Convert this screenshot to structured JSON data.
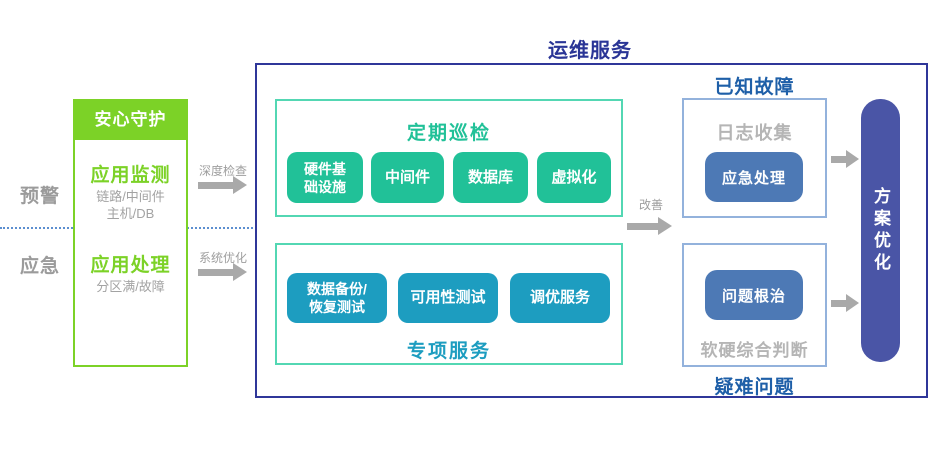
{
  "side_labels": {
    "warning": "预警",
    "emergency": "应急"
  },
  "left_panel": {
    "header": "安心守护",
    "monitor": {
      "title": "应用监测",
      "subtitle": "链路/中间件\n主机/DB"
    },
    "process": {
      "title": "应用处理",
      "subtitle": "分区满/故障"
    }
  },
  "arrows": {
    "deep_check": "深度检查",
    "system_optimize": "系统优化",
    "improve": "改善"
  },
  "main_box": {
    "title": "运维服务",
    "periodic_inspection": {
      "title": "定期巡检",
      "items": [
        "硬件基\n础设施",
        "中间件",
        "数据库",
        "虚拟化"
      ]
    },
    "special_service": {
      "title": "专项服务",
      "items": [
        "数据备份/\n恢复测试",
        "可用性测试",
        "调优服务"
      ]
    }
  },
  "right_panels": {
    "known_fault": {
      "title": "已知故障",
      "label": "日志收集",
      "button": "应急处理"
    },
    "difficult_problem": {
      "title": "疑难问题",
      "label": "软硬综合判断",
      "button": "问题根治"
    }
  },
  "solution_pill": {
    "label": "方案优化"
  },
  "colors": {
    "bright_green": "#7CD227",
    "emerald": "#21C198",
    "teal": "#1D9DC0",
    "steel_blue": "#4D79B5",
    "indigo_pill": "#4A55A6",
    "navy_border": "#2F3699",
    "blue_title": "#1E5FA8",
    "gray_text": "#9E9E9E",
    "arrow_gray": "#A9A9A9",
    "dashed_blue": "#5C8FD0"
  }
}
